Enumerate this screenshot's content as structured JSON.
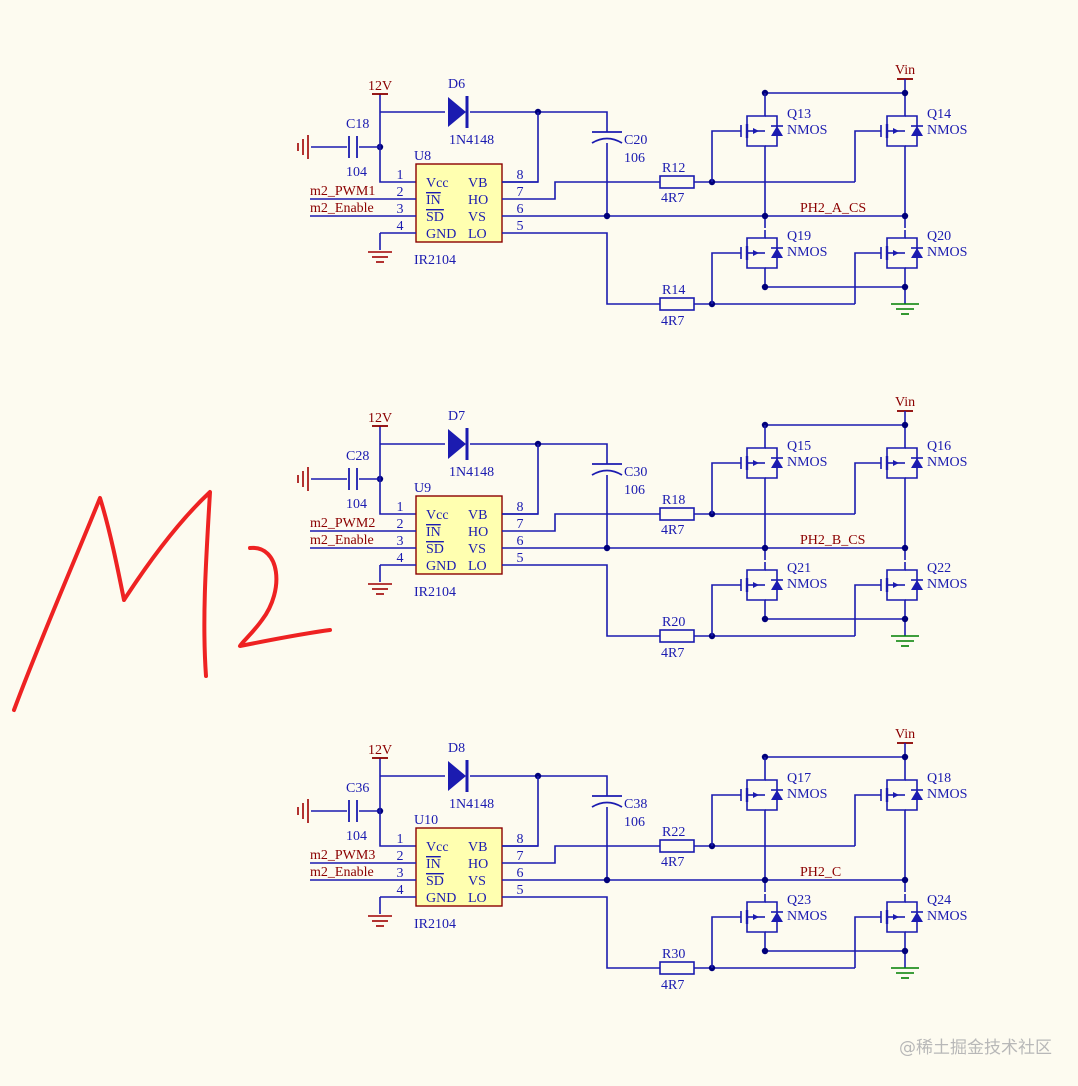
{
  "colors": {
    "wire": "#1b1bb0",
    "label": "#8b0000",
    "chip": "#ffffb0",
    "chip_border": "#8b0000",
    "dot": "#00007a",
    "gnd_signal": "#a00000",
    "gnd_power": "#008000",
    "handwriting": "#ee2222",
    "background": "#fdfbf0",
    "watermark": "#b8b8b8"
  },
  "blocks": [
    {
      "supply": "12V",
      "cap": "C18",
      "cap_value": "104",
      "diode": "D6",
      "diode_part": "1N4148",
      "boot_cap": "C20",
      "boot_cap_value": "106",
      "chip": "U8",
      "chip_part": "IR2104",
      "pwm_net": "m2_PWM1",
      "enable_net": "m2_Enable",
      "r_high": "R12",
      "r_high_value": "4R7",
      "r_low": "R14",
      "r_low_value": "4R7",
      "q_hi_a": "Q13",
      "q_hi_b": "Q14",
      "q_lo_a": "Q19",
      "q_lo_b": "Q20",
      "vin": "Vin",
      "phase_net": "PH2_A_CS"
    },
    {
      "supply": "12V",
      "cap": "C28",
      "cap_value": "104",
      "diode": "D7",
      "diode_part": "1N4148",
      "boot_cap": "C30",
      "boot_cap_value": "106",
      "chip": "U9",
      "chip_part": "IR2104",
      "pwm_net": "m2_PWM2",
      "enable_net": "m2_Enable",
      "r_high": "R18",
      "r_high_value": "4R7",
      "r_low": "R20",
      "r_low_value": "4R7",
      "q_hi_a": "Q15",
      "q_hi_b": "Q16",
      "q_lo_a": "Q21",
      "q_lo_b": "Q22",
      "vin": "Vin",
      "phase_net": "PH2_B_CS"
    },
    {
      "supply": "12V",
      "cap": "C36",
      "cap_value": "104",
      "diode": "D8",
      "diode_part": "1N4148",
      "boot_cap": "C38",
      "boot_cap_value": "106",
      "chip": "U10",
      "chip_part": "IR2104",
      "pwm_net": "m2_PWM3",
      "enable_net": "m2_Enable",
      "r_high": "R22",
      "r_high_value": "4R7",
      "r_low": "R30",
      "r_low_value": "4R7",
      "q_hi_a": "Q17",
      "q_hi_b": "Q18",
      "q_lo_a": "Q23",
      "q_lo_b": "Q24",
      "vin": "Vin",
      "phase_net": "PH2_C"
    }
  ],
  "chip_pins": {
    "left": [
      {
        "num": "1",
        "name": "Vcc"
      },
      {
        "num": "2",
        "name": "IN"
      },
      {
        "num": "3",
        "name": "SD"
      },
      {
        "num": "4",
        "name": "GND"
      }
    ],
    "right": [
      {
        "num": "8",
        "name": "VB"
      },
      {
        "num": "7",
        "name": "HO"
      },
      {
        "num": "6",
        "name": "VS"
      },
      {
        "num": "5",
        "name": "LO"
      }
    ]
  },
  "mosfet_type": "NMOS",
  "handwritten_note": "M2",
  "watermark": "@稀土掘金技术社区"
}
